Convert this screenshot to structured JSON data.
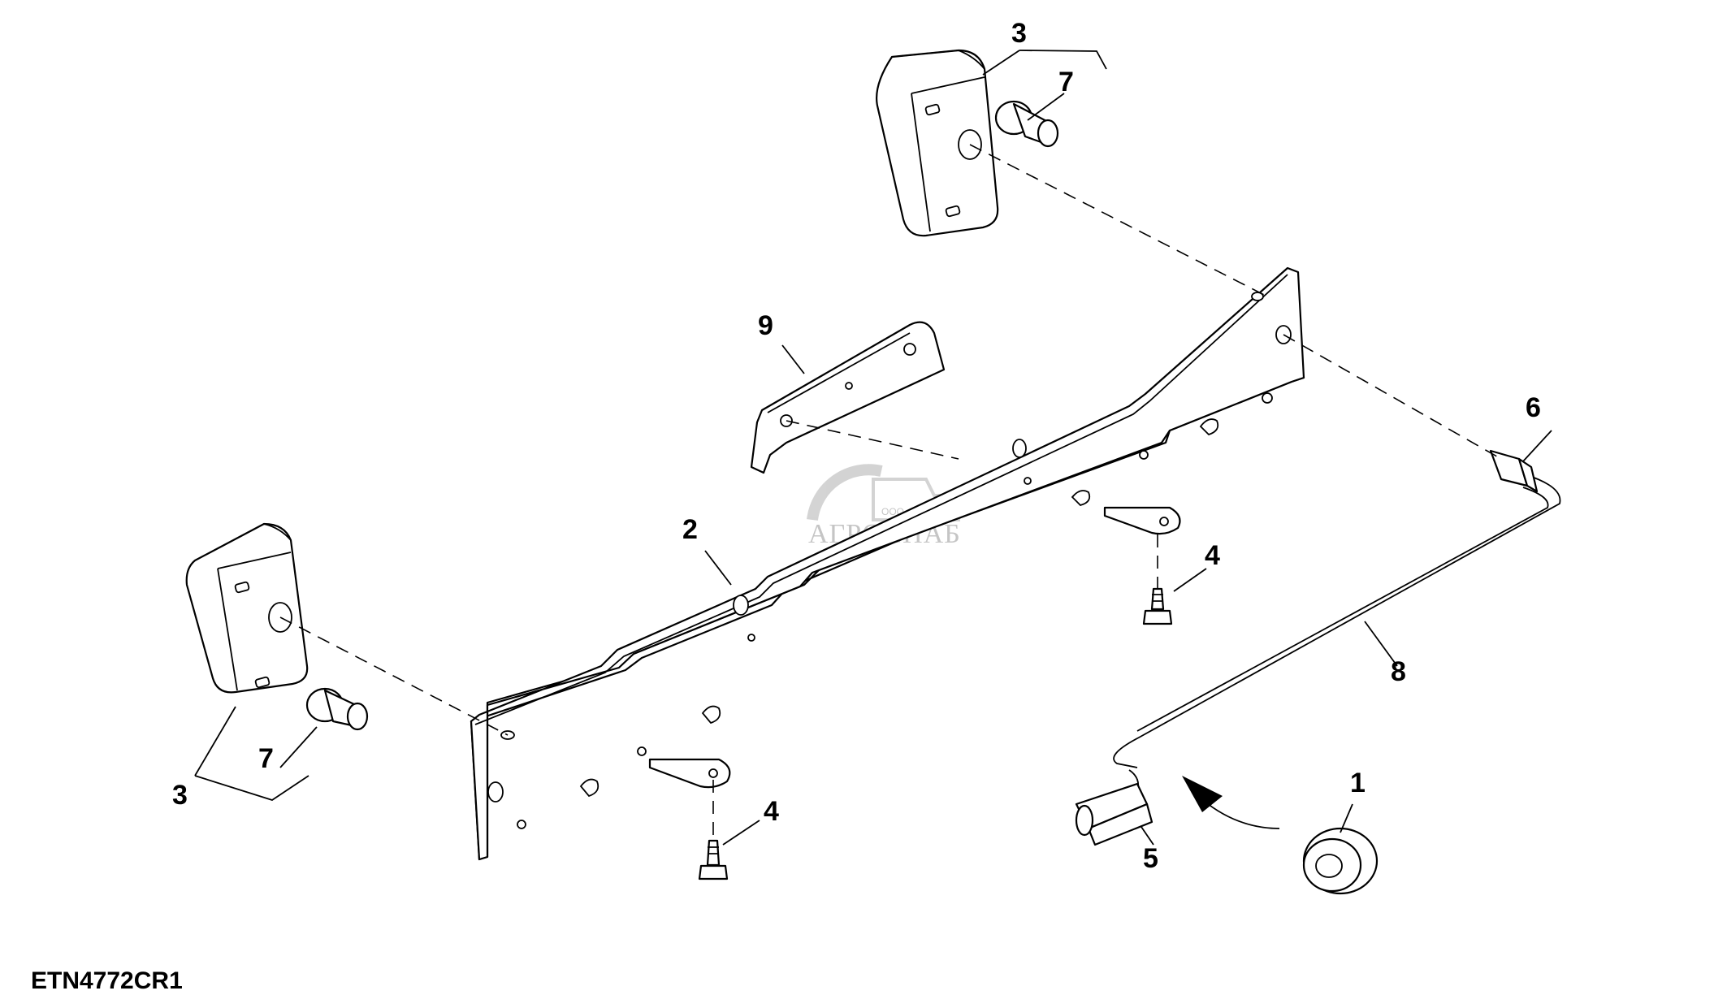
{
  "figure_code": "ETN4772CR1",
  "watermark": {
    "small": "ООО",
    "name": "АГРОСНАБ"
  },
  "callouts": {
    "c1": "1",
    "c2": "2",
    "c3_top": "3",
    "c3_left": "3",
    "c4_right": "4",
    "c4_left": "4",
    "c5": "5",
    "c6": "6",
    "c7_top": "7",
    "c7_left": "7",
    "c8": "8",
    "c9": "9"
  }
}
